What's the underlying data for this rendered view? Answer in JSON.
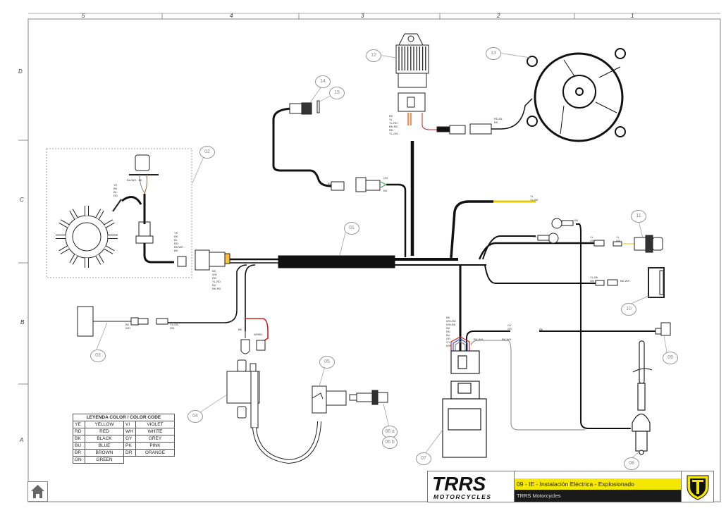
{
  "document": {
    "title": "09 - IE - Instalación Eléctrica - Explosionado",
    "subtitle": "TRRS Motorcycles",
    "brand_logo": "TRRS",
    "brand_tagline": "MOTORCYCLES",
    "shield_icon": "trrs-shield-icon",
    "home_button": "home-icon"
  },
  "grid": {
    "columns": [
      "5",
      "4",
      "3",
      "2",
      "1"
    ],
    "rows": [
      "D",
      "C",
      "B",
      "A"
    ]
  },
  "callouts": [
    "01",
    "02",
    "03",
    "04",
    "05",
    "06 a",
    "06 b",
    "07",
    "08",
    "09",
    "10",
    "11",
    "12",
    "13",
    "14",
    "15"
  ],
  "wire_labels": {
    "regulator": "BK\nYL\nYL-RD\nBK-RD\nRD\nYL-GN",
    "fan": "RD-BL\nBK",
    "stator_top": "YE\nBK\nBL\nRD",
    "stator_pickup": "BK/WH   BK",
    "stator_plug": "YE\nBK\nBL\nRD\nBK/WH\nBK",
    "main_plug": "BK\nWH\nRD\nYL-RD\nBU\nBK-RD",
    "sensor_left": "BU",
    "sensor_right_top": "GN",
    "sensor_right_bottom": "BK",
    "yellow_lead": "YL\nYL-BK",
    "ground_top": "BK",
    "ground_bottom": "BK",
    "sw11_left": "YL\nGN",
    "sw11_right": "YL\nGN",
    "conn10_left": "YL-BK\nGN",
    "conn10_right": "BK-WH",
    "conn03_left": "BK\nWH",
    "conn03_right": "YL-GN\nGN",
    "coil_ground": "BK",
    "coil_red": "WHRD",
    "cdi": "BK\nWH-RD\nWH-BK\nBK\nRD\nBU\nGR\nGY\nWH",
    "cdi_gy": "GY\nGR",
    "cdi_bk": "BK",
    "cdi_bkwh": "BK-WH",
    "cdi_bkwh2": "BK-WH"
  },
  "legend": {
    "title": "LEYENDA COLOR / COLOR CODE",
    "rows": [
      {
        "c1": "YE",
        "n1": "YELLOW",
        "c2": "VI",
        "n2": "VIOLET"
      },
      {
        "c1": "RD",
        "n1": "RED",
        "c2": "WH",
        "n2": "WHITE"
      },
      {
        "c1": "BK",
        "n1": "BLACK",
        "c2": "GY",
        "n2": "GREY"
      },
      {
        "c1": "BU",
        "n1": "BLUE",
        "c2": "PK",
        "n2": "PINK"
      },
      {
        "c1": "BR",
        "n1": "BROWN",
        "c2": "DR",
        "n2": "ORANGE"
      },
      {
        "c1": "GN",
        "n1": "GREEN",
        "c2": "",
        "n2": ""
      }
    ]
  },
  "colors": {
    "wire": "#111111",
    "yellow": "#f5e800",
    "red": "#d42020",
    "green": "#3aa845",
    "blue": "#3355cc",
    "callout": "#999999"
  }
}
